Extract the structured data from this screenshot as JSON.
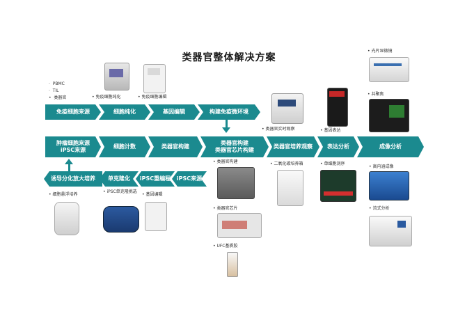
{
  "title": "类器官整体解决方案",
  "top_bullets": [
    "PBMC",
    "TIL",
    "类器官"
  ],
  "row1": [
    "免疫细胞来源",
    "细胞纯化",
    "基因编辑",
    "构建免疫微环境"
  ],
  "row2": [
    "肿瘤细胞来源\niPSC来源",
    "细胞计数",
    "类器官构建",
    "类器官构建\n类器官芯片构建",
    "类器官培养观察",
    "表达分析",
    "成像分析"
  ],
  "row3": [
    "诱导分化放大培养",
    "单克隆化",
    "iPSC重编程",
    "iPSC来源"
  ],
  "labels": {
    "immune_purify": "免疫细胞纯化",
    "immune_edit": "免疫细胞编辑",
    "organoid_live": "类器官实时观察",
    "gene_expr": "基因表达",
    "confocal": "共聚焦",
    "lightsheet": "光片显微镜",
    "organoid_build": "类器官构建",
    "co2_incubator": "二氧化碳培养箱",
    "organoid_chip": "类器官芯片",
    "ufc_gel": "UFC基质胶",
    "suspension_culture": "细胞悬浮培养",
    "ipsc_clone": "iPSC单克隆挑选",
    "gene_edit": "基因编辑",
    "cell_sort": "单细胞测序",
    "hci": "高内涵成像",
    "flow": "流式分析"
  }
}
